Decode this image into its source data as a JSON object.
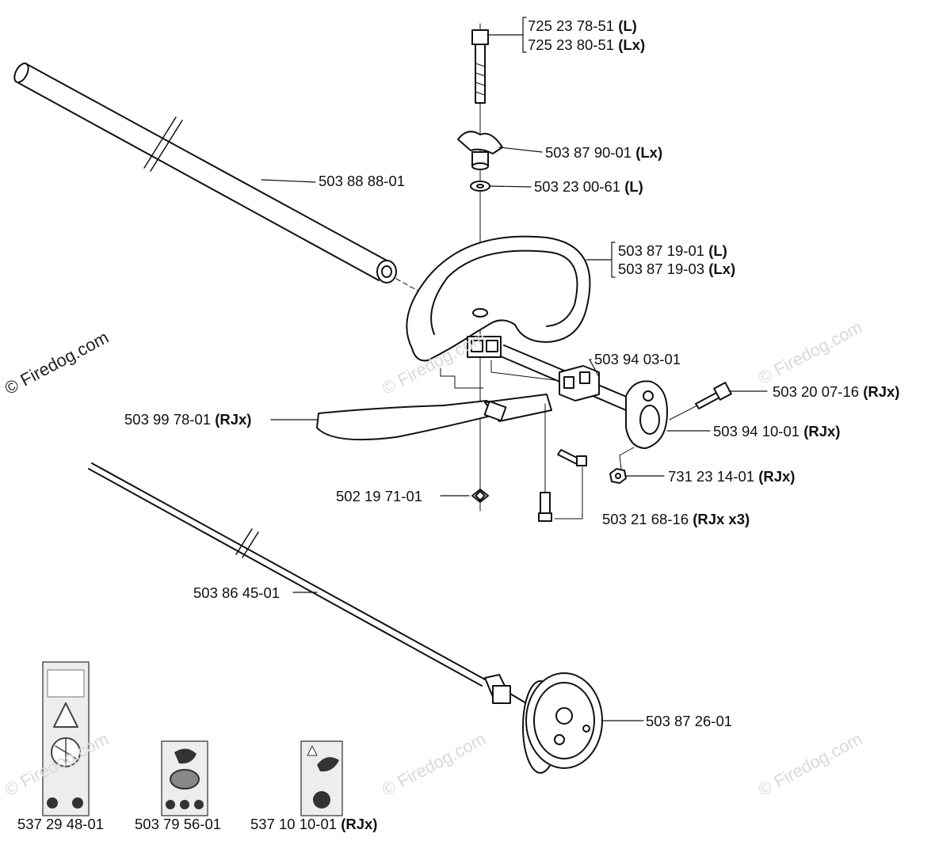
{
  "watermark": {
    "text": "© Firedog.com"
  },
  "parts": [
    {
      "id": "bolt",
      "number": "725 23 78-51",
      "suffix": "(L)"
    },
    {
      "id": "bolt-alt",
      "number": "725 23 80-51",
      "suffix": "(Lx)"
    },
    {
      "id": "wing-knob",
      "number": "503 87 90-01",
      "suffix": "(Lx)"
    },
    {
      "id": "washer",
      "number": "503 23 00-61",
      "suffix": "(L)"
    },
    {
      "id": "shaft-tube",
      "number": "503 88 88-01",
      "suffix": ""
    },
    {
      "id": "loop-handle",
      "number": "503 87 19-01",
      "suffix": "(L)"
    },
    {
      "id": "loop-handle-alt",
      "number": "503 87 19-03",
      "suffix": "(Lx)"
    },
    {
      "id": "clamp-block",
      "number": "503 94 03-01",
      "suffix": ""
    },
    {
      "id": "screw-a",
      "number": "503 20 07-16",
      "suffix": "(RJx)"
    },
    {
      "id": "guard-bar",
      "number": "503 99 78-01",
      "suffix": "(RJx)"
    },
    {
      "id": "clamp-housing",
      "number": "503 94 10-01",
      "suffix": "(RJx)"
    },
    {
      "id": "nut",
      "number": "731 23 14-01",
      "suffix": "(RJx)"
    },
    {
      "id": "square-nut",
      "number": "502 19 71-01",
      "suffix": ""
    },
    {
      "id": "screw-b",
      "number": "503 21 68-16",
      "suffix": "(RJx x3)"
    },
    {
      "id": "drive-shaft",
      "number": "503 86 45-01",
      "suffix": ""
    },
    {
      "id": "clutch-drum",
      "number": "503 87 26-01",
      "suffix": ""
    },
    {
      "id": "decal-1",
      "number": "537 29 48-01",
      "suffix": ""
    },
    {
      "id": "decal-2",
      "number": "503 79 56-01",
      "suffix": ""
    },
    {
      "id": "decal-3",
      "number": "537 10 10-01",
      "suffix": "(RJx)"
    }
  ]
}
